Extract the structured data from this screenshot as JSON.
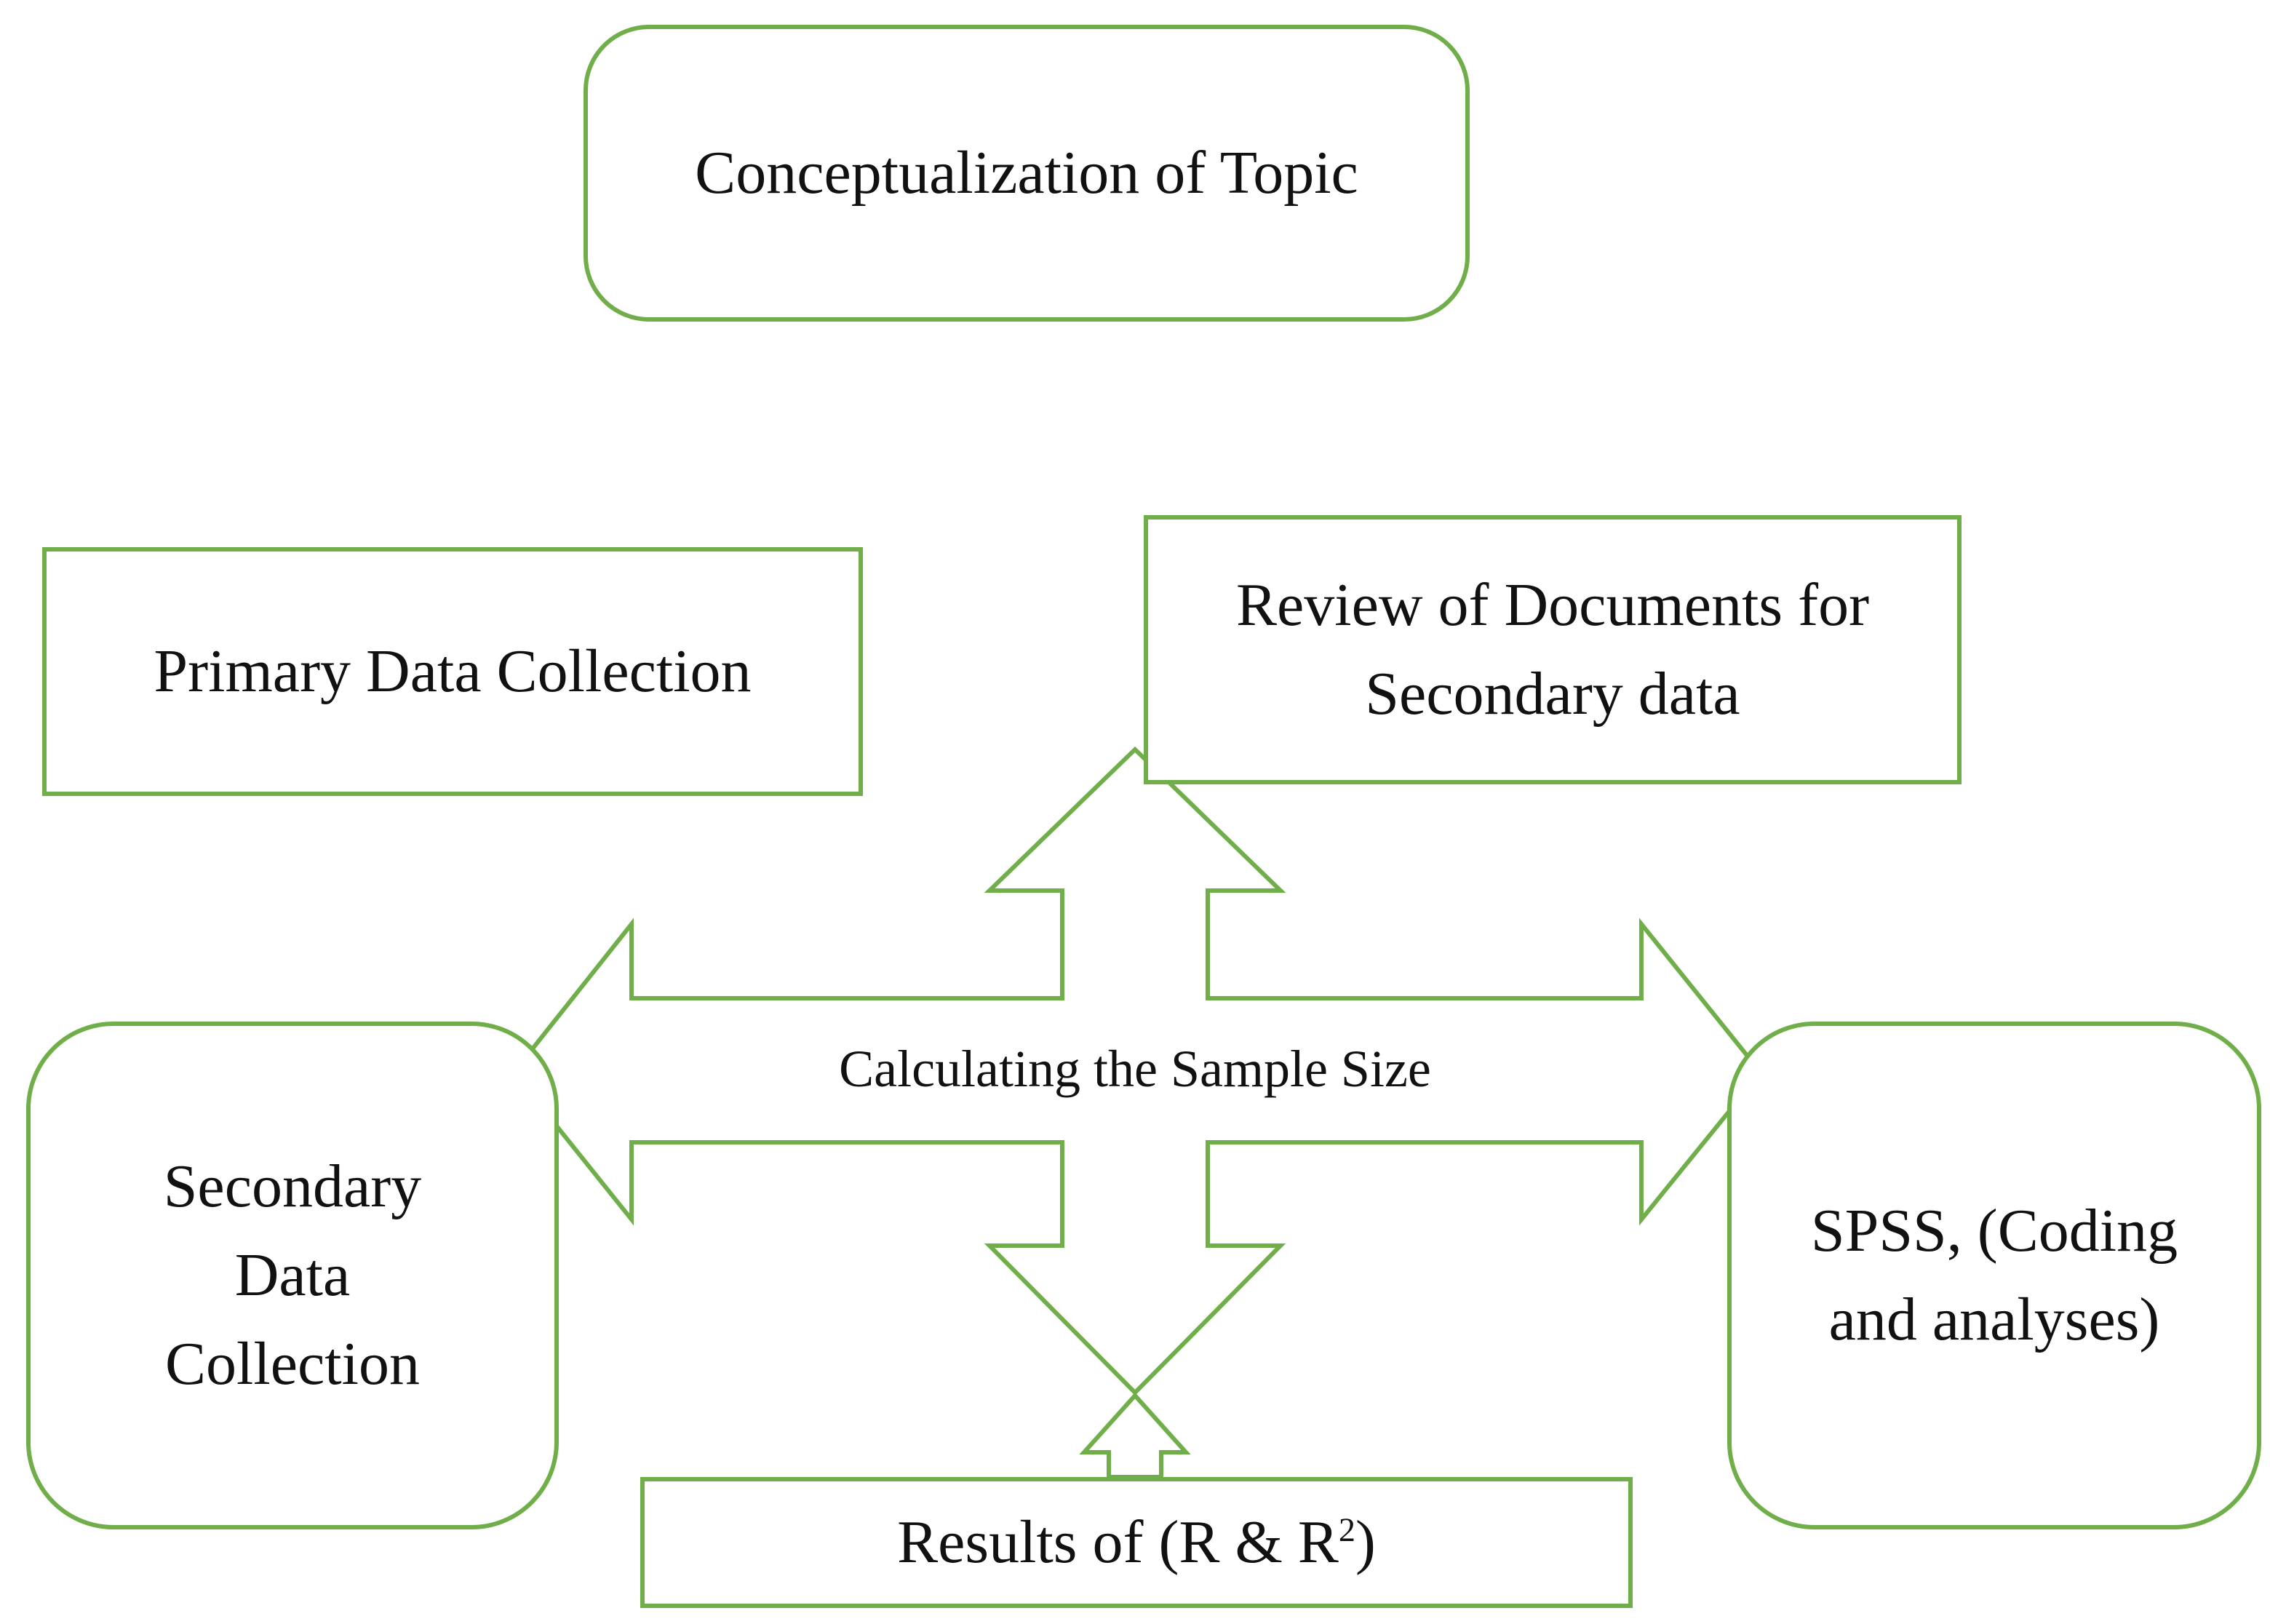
{
  "diagram": {
    "nodes": {
      "conceptualization": "Conceptualization of Topic",
      "primary": "Primary Data Collection",
      "review": "Review of Documents for\nSecondary data",
      "secondary": "Secondary\nData\nCollection",
      "spss": "SPSS, (Coding\nand analyses)",
      "results_prefix": "Results of (R & R",
      "results_sup": "2",
      "results_suffix": ")"
    },
    "center_label": "Calculating the Sample Size",
    "colors": {
      "stroke": "#6fae48",
      "text": "#111111",
      "background": "#ffffff"
    }
  }
}
